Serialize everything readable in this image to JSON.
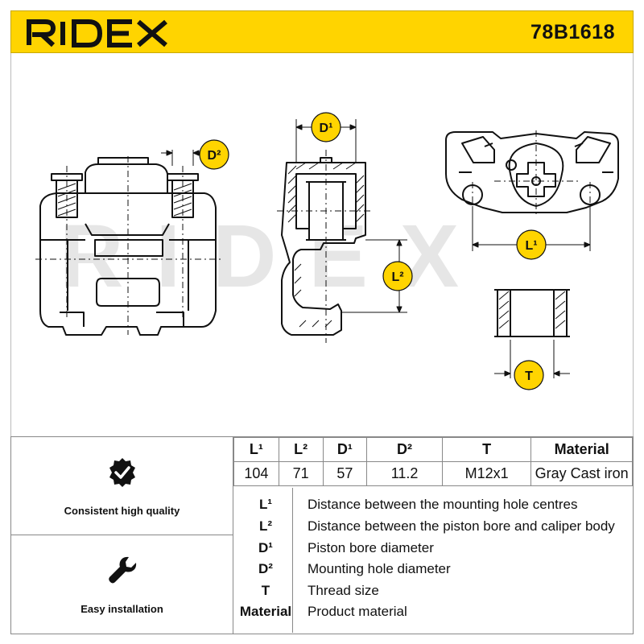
{
  "header": {
    "brand": "RIDEX",
    "part_number": "78B1618",
    "background_color": "#FFD400"
  },
  "drawing": {
    "watermark": "RIDEX",
    "labels": {
      "d2": "D²",
      "d1": "D¹",
      "l1": "L¹",
      "l2": "L²",
      "t": "T"
    }
  },
  "features": [
    {
      "icon": "check-badge-icon",
      "label": "Consistent high quality"
    },
    {
      "icon": "wrench-icon",
      "label": "Easy installation"
    }
  ],
  "spec_table": {
    "headers": [
      "L¹",
      "L²",
      "D¹",
      "D²",
      "T",
      "Material"
    ],
    "values": [
      "104",
      "71",
      "57",
      "11.2",
      "M12x1",
      "Gray Cast iron"
    ]
  },
  "legend": [
    {
      "key": "L¹",
      "description": "Distance between the mounting hole centres"
    },
    {
      "key": "L²",
      "description": "Distance between the piston bore and caliper body"
    },
    {
      "key": "D¹",
      "description": "Piston bore diameter"
    },
    {
      "key": "D²",
      "description": "Mounting hole diameter"
    },
    {
      "key": "T",
      "description": "Thread size"
    },
    {
      "key": "Material",
      "description": "Product material"
    }
  ]
}
